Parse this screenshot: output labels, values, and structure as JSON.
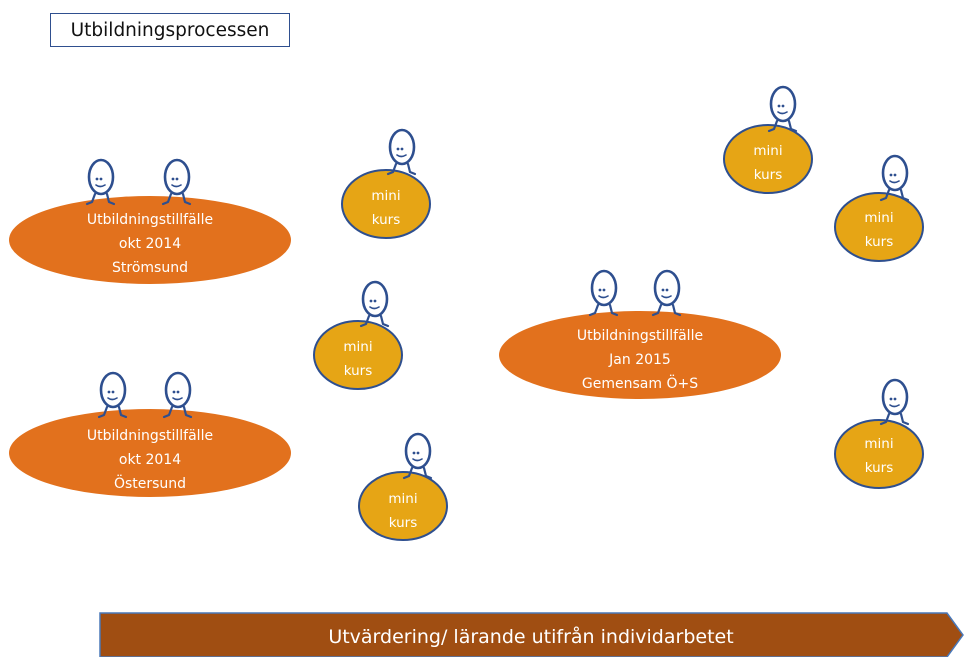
{
  "title": "Utbildningsprocessen",
  "colors": {
    "event_fill": "#e2711d",
    "mini_fill": "#e6a515",
    "mini_stroke": "#2e4f8f",
    "figure_stroke": "#2e4f8f",
    "arrow_fill": "#a04e12"
  },
  "events": [
    {
      "line1": "Utbildningstillfälle",
      "line2": "okt 2014",
      "line3": "Strömsund"
    },
    {
      "line1": "Utbildningstillfälle",
      "line2": "okt 2014",
      "line3": "Östersund"
    },
    {
      "line1": "Utbildningstillfälle",
      "line2": "Jan 2015",
      "line3": "Gemensam Ö+S"
    }
  ],
  "minikurs": [
    {
      "line1": "mini",
      "line2": "kurs"
    },
    {
      "line1": "mini",
      "line2": "kurs"
    },
    {
      "line1": "mini",
      "line2": "kurs"
    },
    {
      "line1": "mini",
      "line2": "kurs"
    },
    {
      "line1": "mini",
      "line2": "kurs"
    },
    {
      "line1": "mini",
      "line2": "kurs"
    }
  ],
  "arrow": {
    "label": "Utvärdering/ lärande utifrån individarbetet"
  },
  "icons": [
    "egg-person-icon"
  ]
}
